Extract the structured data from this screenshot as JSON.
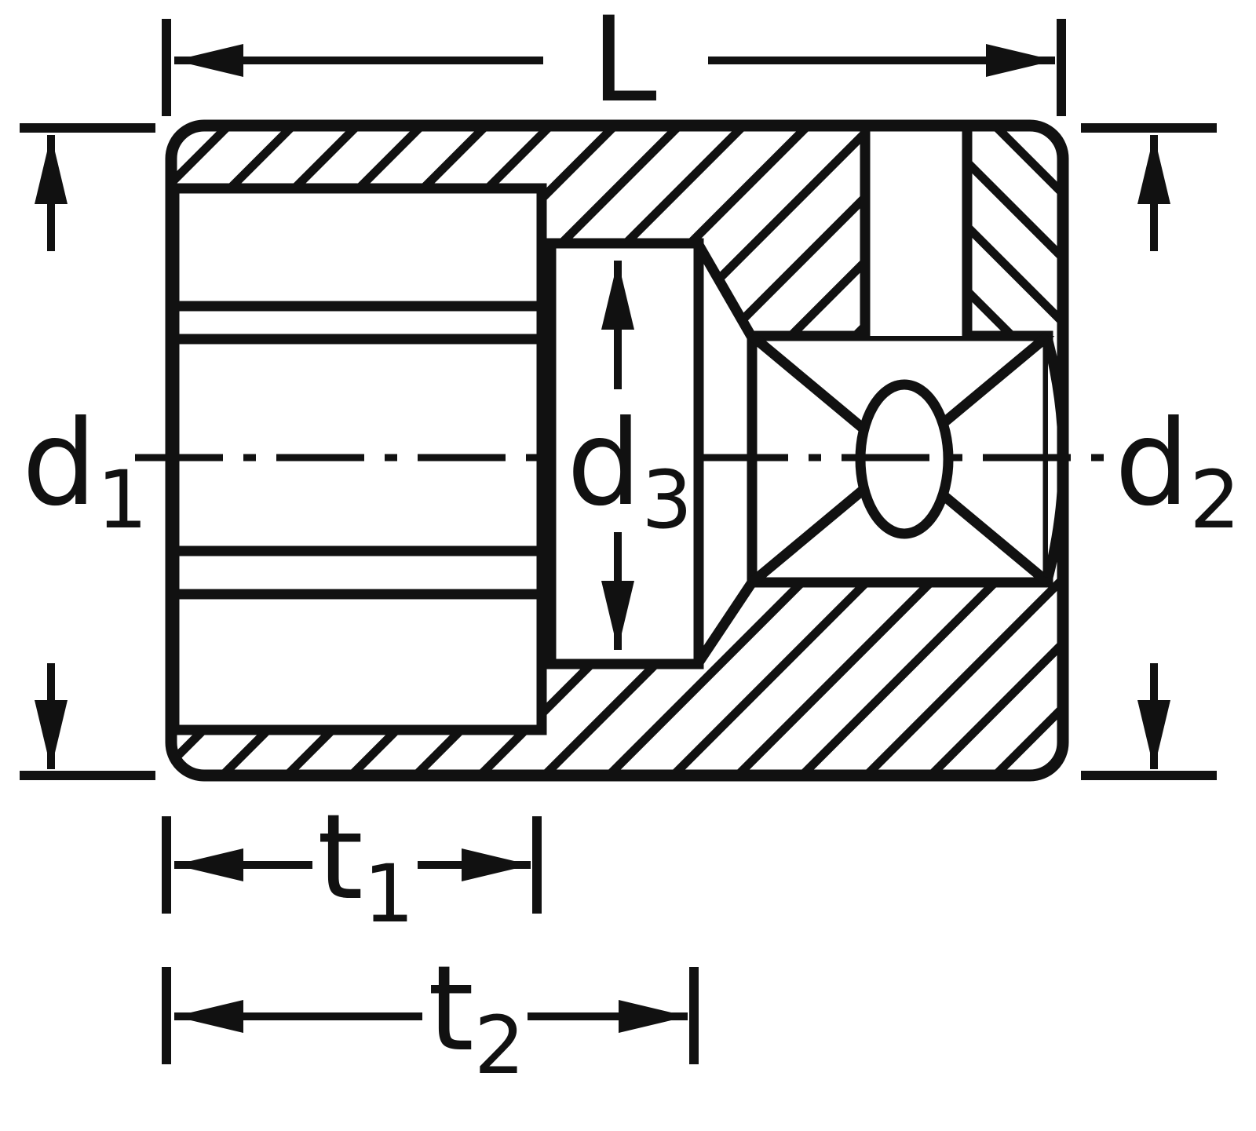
{
  "diagram": {
    "name": "socket-cross-section-technical-drawing",
    "labels": {
      "length": {
        "main": "L",
        "sub": ""
      },
      "d1": {
        "main": "d",
        "sub": "1"
      },
      "d2": {
        "main": "d",
        "sub": "2"
      },
      "d3": {
        "main": "d",
        "sub": "3"
      },
      "t1": {
        "main": "t",
        "sub": "1"
      },
      "t2": {
        "main": "t",
        "sub": "2"
      }
    },
    "colors": {
      "line": "#111111",
      "background": "#ffffff"
    }
  }
}
